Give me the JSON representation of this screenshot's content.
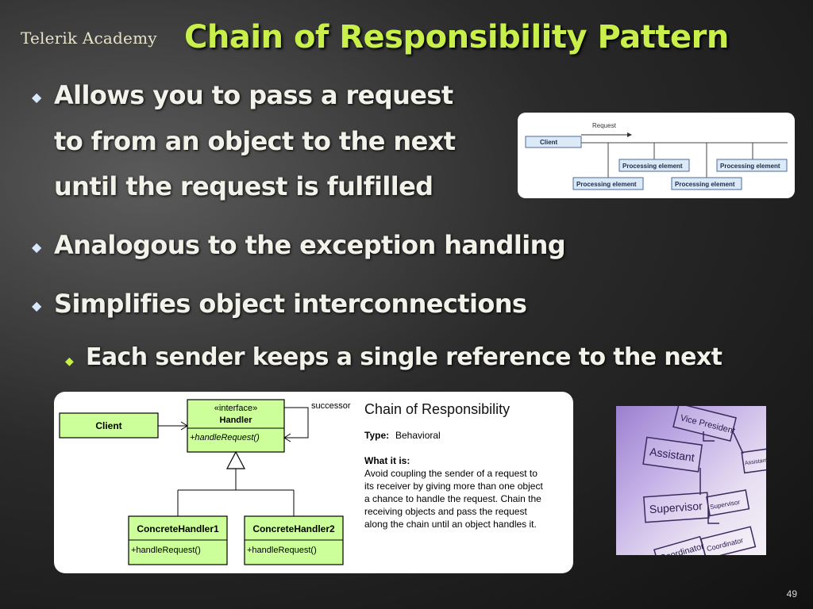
{
  "logo": "Telerik Academy",
  "title": "Chain of Responsibility Pattern",
  "bullets": {
    "first_lines": [
      "Allows you to pass a request",
      "to from an object to the next",
      "until the request is fulfilled"
    ],
    "second": "Analogous to the exception handling",
    "third": "Simplifies object interconnections",
    "sub": "Each sender keeps a single reference to the next"
  },
  "top_diagram": {
    "request_label": "Request",
    "client": "Client",
    "elements": [
      "Processing element",
      "Processing element",
      "Processing element",
      "Processing element"
    ]
  },
  "uml": {
    "client": "Client",
    "interface_stereotype": "«interface»",
    "handler_name": "Handler",
    "handler_method": "+handleRequest()",
    "successor": "successor",
    "concrete1": "ConcreteHandler1",
    "concrete2": "ConcreteHandler2",
    "concrete_method": "+handleRequest()",
    "heading": "Chain of Responsibility",
    "type_label": "Type:",
    "type_value": "Behavioral",
    "what_label": "What it is:",
    "description_lines": [
      "Avoid coupling the sender of a request to",
      "its receiver by giving more than one object",
      "a chance to handle the request. Chain the",
      "receiving objects and pass the request",
      "along the chain until an object handles it."
    ]
  },
  "photo_labels": [
    "Vice President",
    "Assistant",
    "Supervisor",
    "Supervisor",
    "Coordinator",
    "Coordinator",
    "Assistant"
  ],
  "page_number": "49",
  "colors": {
    "title": "#c9f04a",
    "uml_box": "#ccff99",
    "diagram_box": "#dce9f7"
  }
}
